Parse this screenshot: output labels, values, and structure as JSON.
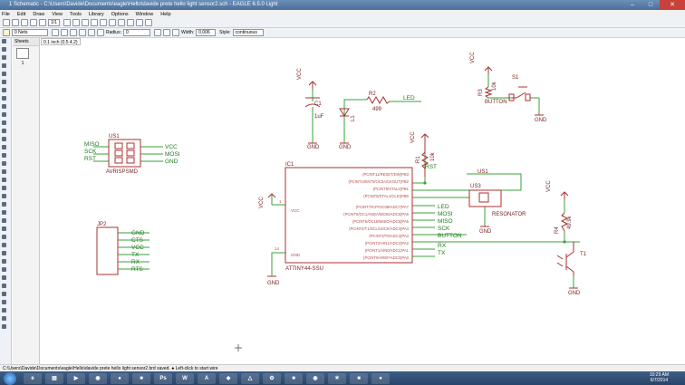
{
  "window": {
    "title": "1 Schematic - C:\\Users\\Davide\\Documents\\eagle\\Hello\\davide prete hello light sensor2.sch - EAGLE 6.5.0 Light"
  },
  "menu": [
    "File",
    "Edit",
    "Draw",
    "View",
    "Tools",
    "Library",
    "Options",
    "Window",
    "Help"
  ],
  "toolbar1": {
    "zoom": "1/1"
  },
  "toolbar2": {
    "net_class": "0 Nets",
    "radius_label": "Radius:",
    "radius_value": "0",
    "width_label": "Width:",
    "width_value": "0.006",
    "style_label": "Style:",
    "style_value": "continuous"
  },
  "sheets": {
    "header": "Sheets",
    "current": "1"
  },
  "coordinates": "0.1 inch (0.5 4.2)",
  "status": "C:\\Users\\Davide\\Documents\\eagle\\Hello\\davide prete hello light sensor2.brd saved. ● Left-click to start wire",
  "clock": {
    "time": "10:29 AM",
    "date": "6/7/2014"
  },
  "colors": {
    "wire": "#3aa23a",
    "part": "#a83232",
    "net_label": "#1f7a1f",
    "pin_text": "#b04a4a"
  },
  "schematic": {
    "us1_isp": {
      "name": "US1",
      "value": "AVRISPSMD",
      "left_pins": [
        "MISO",
        "SCK",
        "RST"
      ],
      "right_pins": [
        "VCC",
        "MOSI",
        "GND"
      ]
    },
    "c1": {
      "name": "C1",
      "value": "1uF",
      "supply": "VCC",
      "ground": "GND"
    },
    "led": {
      "designator": "L1",
      "resistor": "R2",
      "resistor_value": "499",
      "net": "LED",
      "ground": "GND"
    },
    "r3": {
      "name": "R3",
      "value": "10k",
      "supply": "VCC"
    },
    "s1": {
      "name": "S1",
      "net": "BUTTON",
      "ground": "GND"
    },
    "r1": {
      "name": "R1",
      "value": "10k",
      "supply": "VCC",
      "net": "RST"
    },
    "ic1": {
      "name": "IC1",
      "value": "ATTINY44-SSU",
      "vcc_label": "VCC",
      "gnd_label": "GND",
      "vcc_pin": "1",
      "gnd_pin": "14",
      "pins_right": [
        "(PCINT11/RESET/DW)PB3",
        "(PCINT10/INT0/OC0A/CKOUT)PB2",
        "(PCINT9/XTAL2)PB1",
        "(PCINT8/XTAL1/CLKI)PB0",
        "(PCINT7/ICP/OC0B/ADC7)PA7",
        "(PCINT6/OC1A/SDA/MOSI/ADC6)PA6",
        "(PCINT5/OC1B/MISO/ADC5)PA5",
        "(PCINT4/T1/SCL/USCK/ADC4)PA4",
        "(PCINT3/T0/ADC3)PA3",
        "(PCINT2/AIN1/ADC2)PA2",
        "(PCINT1/AIN0/ADC1)PA1",
        "(PCINT0/AREF/ADC0)PA0"
      ],
      "nets_right": [
        "LED",
        "MOSI",
        "MISO",
        "SCK",
        "BUTTON",
        "RX",
        "TX"
      ]
    },
    "us3": {
      "name": "US1",
      "label": "US3",
      "value": "RESONATOR",
      "ground": "GND"
    },
    "jp2": {
      "name": "JP2",
      "pins": [
        "GND",
        "CTS",
        "VCC",
        "TX",
        "RX",
        "RTS"
      ]
    },
    "phototransistor": {
      "resistor": "R4",
      "resistor_value": "49.9k",
      "name": "T1",
      "supply": "VCC",
      "ground": "GND"
    },
    "ground_label": "GND"
  }
}
